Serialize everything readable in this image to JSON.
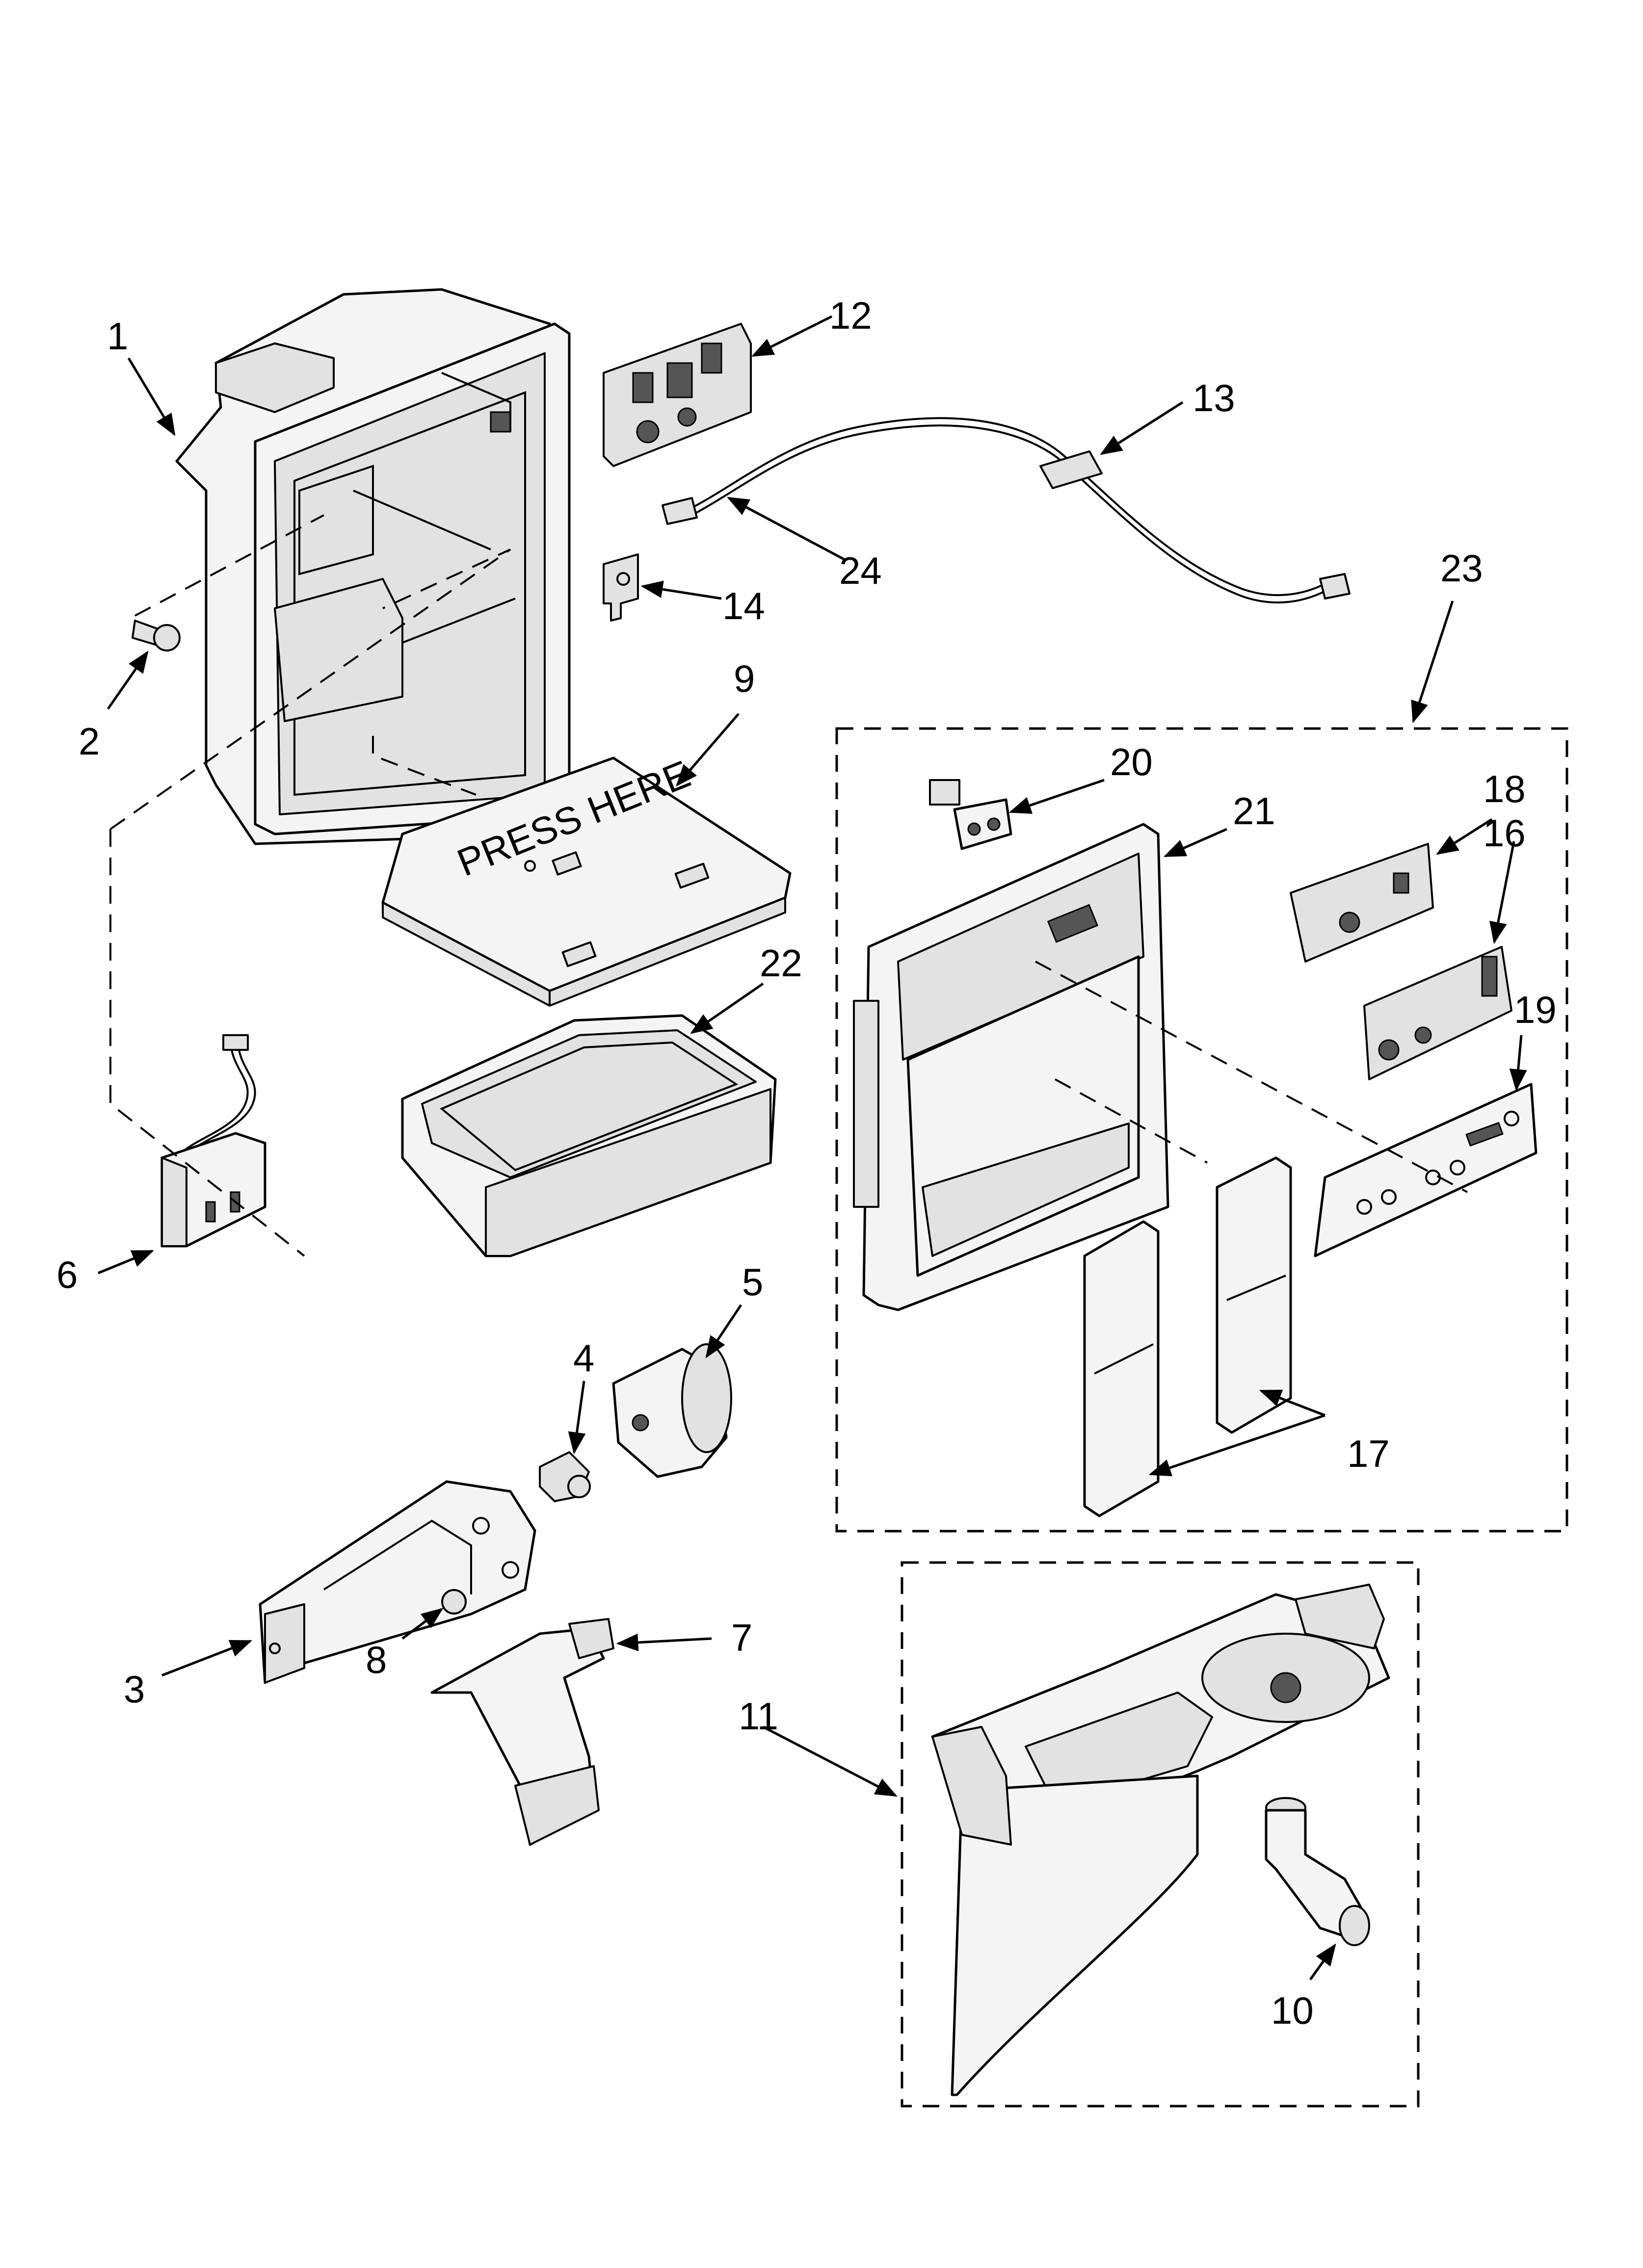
{
  "diagram": {
    "labels": [
      "1",
      "2",
      "3",
      "4",
      "5",
      "6",
      "7",
      "8",
      "9",
      "10",
      "11",
      "12",
      "13",
      "14",
      "16",
      "17",
      "18",
      "19",
      "20",
      "21",
      "22",
      "23",
      "24"
    ],
    "stamp_text": "PRESS HERE"
  }
}
